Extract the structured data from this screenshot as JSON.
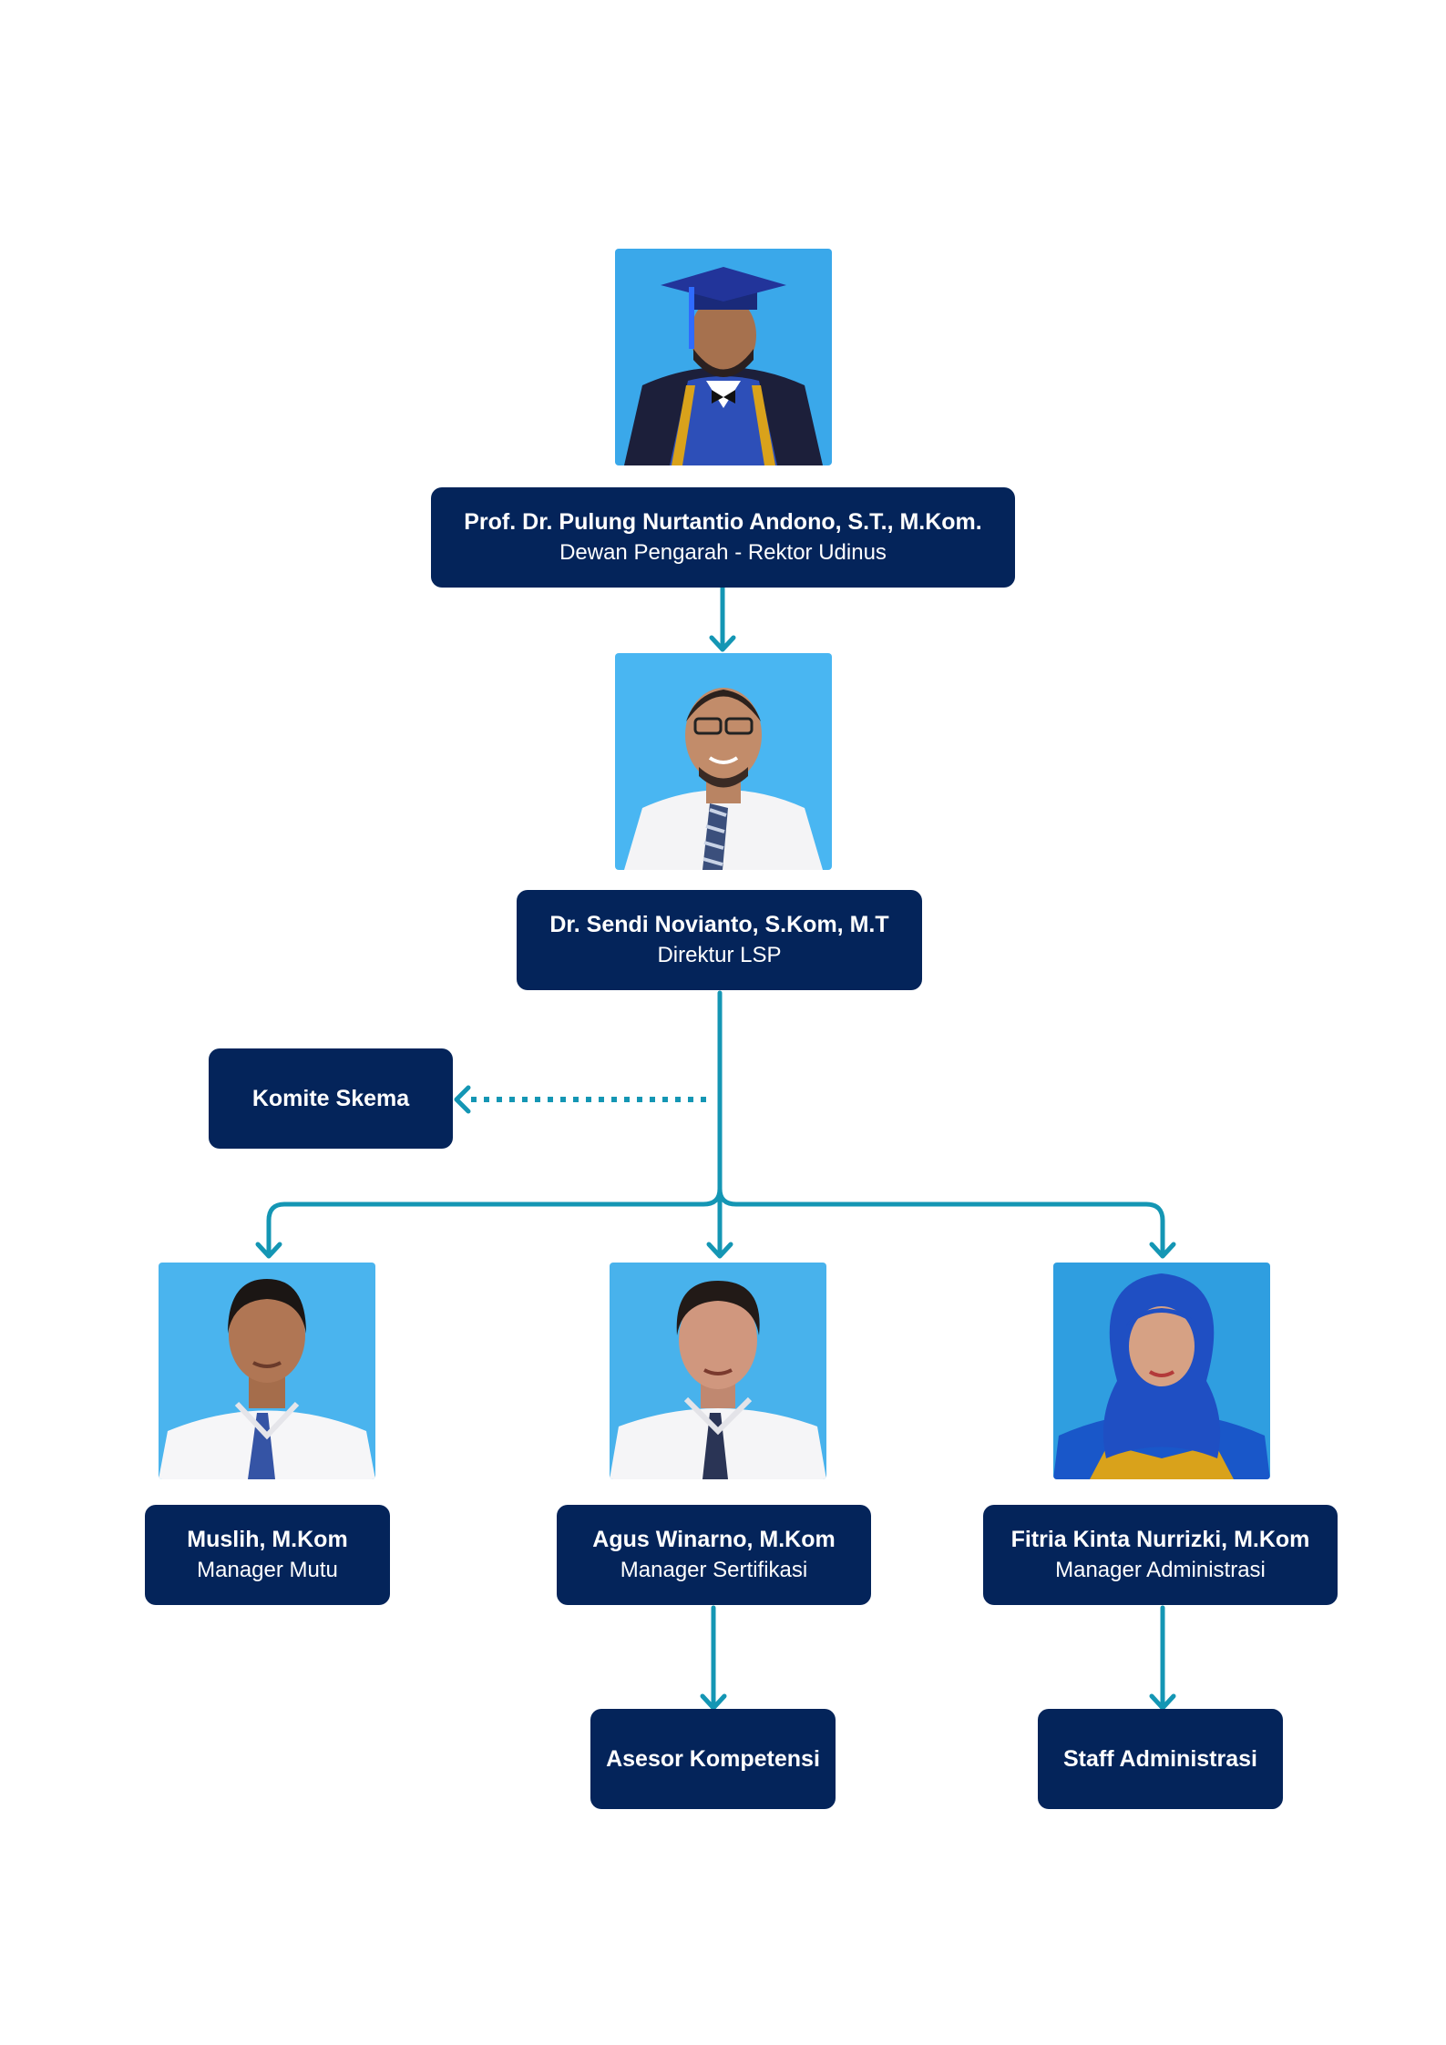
{
  "colors": {
    "box_bg": "#04245a",
    "connector": "#1496b4",
    "photo_bg": "#48b4ef",
    "text": "#ffffff"
  },
  "org": {
    "rektor": {
      "name": "Prof. Dr. Pulung Nurtantio Andono, S.T., M.Kom.",
      "role": "Dewan Pengarah - Rektor Udinus"
    },
    "direktur": {
      "name": "Dr. Sendi Novianto, S.Kom, M.T",
      "role": "Direktur LSP"
    },
    "komite": {
      "label": "Komite Skema"
    },
    "mutu": {
      "name": "Muslih, M.Kom",
      "role": "Manager Mutu"
    },
    "sertifikasi": {
      "name": "Agus Winarno, M.Kom",
      "role": "Manager Sertifikasi"
    },
    "administrasi": {
      "name": "Fitria Kinta Nurrizki, M.Kom",
      "role": "Manager Administrasi"
    },
    "asesor": {
      "label": "Asesor Kompetensi"
    },
    "staff": {
      "label": "Staff Administrasi"
    }
  }
}
